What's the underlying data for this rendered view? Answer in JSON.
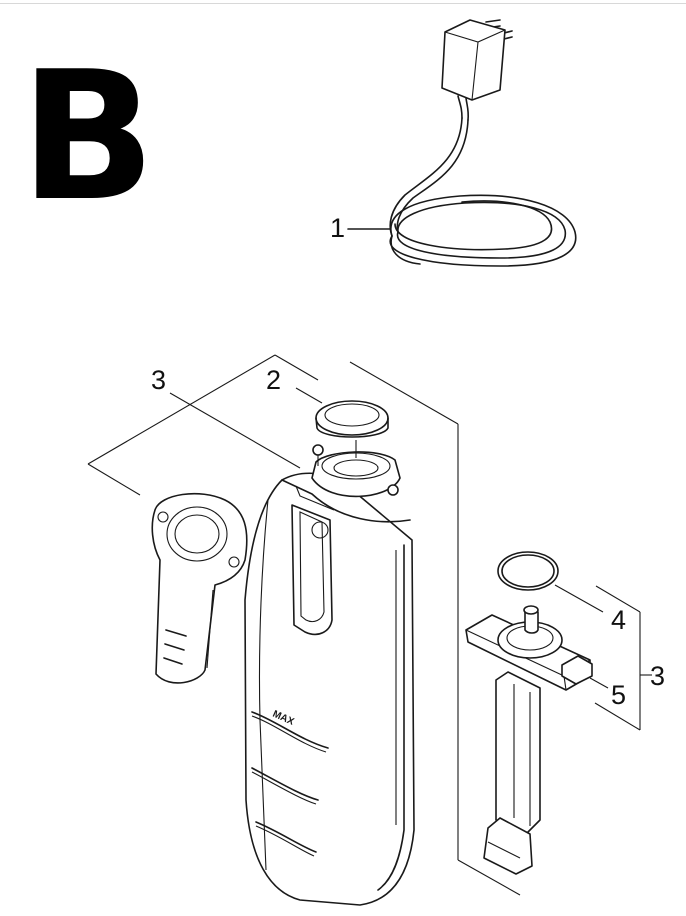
{
  "diagram": {
    "section_letter": "B",
    "callouts": [
      {
        "id": "c1",
        "label": "1"
      },
      {
        "id": "c2",
        "label": "2"
      },
      {
        "id": "c3a",
        "label": "3"
      },
      {
        "id": "c4",
        "label": "4"
      },
      {
        "id": "c3b",
        "label": "3"
      },
      {
        "id": "c5",
        "label": "5"
      }
    ],
    "tank_marking": "MAX"
  }
}
